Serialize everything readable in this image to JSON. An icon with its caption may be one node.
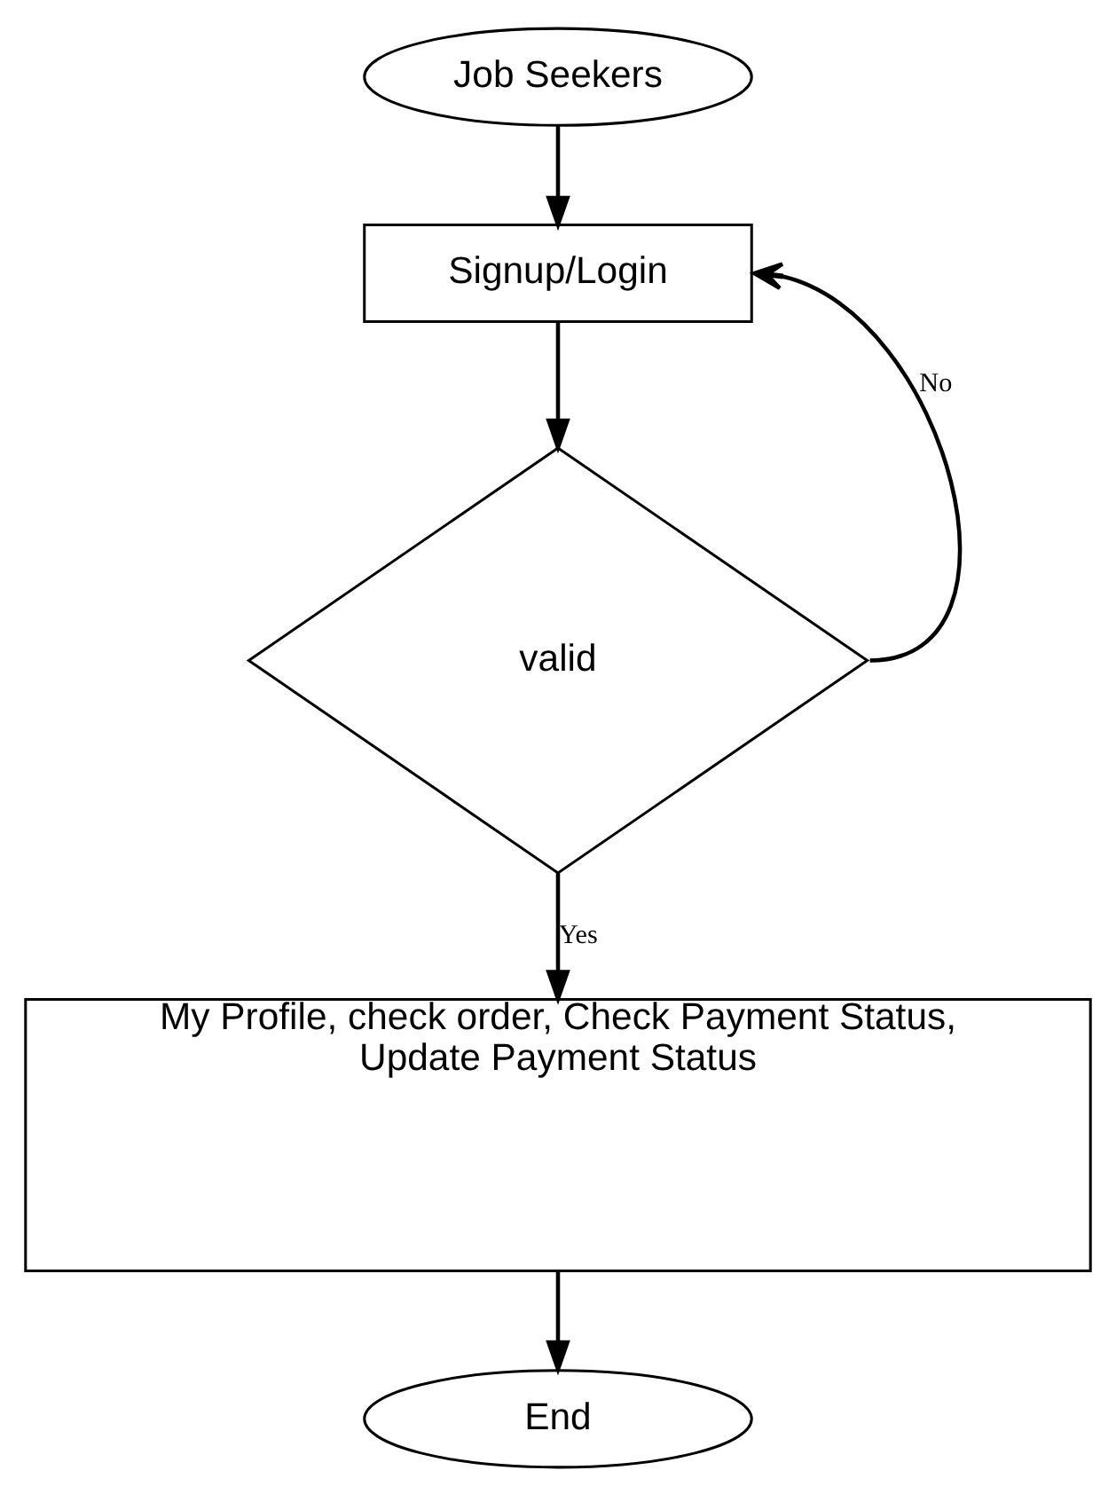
{
  "diagram": {
    "nodes": [
      {
        "text": [
          "Job Seekers"
        ]
      },
      {
        "text": [
          "Signup/Login"
        ]
      },
      {
        "text": [
          "valid"
        ]
      },
      {
        "text": [
          "My Profile, check order, Check Payment Status, Update Payment Status"
        ]
      },
      {
        "text": [
          "End"
        ]
      }
    ],
    "edges": [
      {
        "from": 0,
        "to": 1,
        "arrow": "to"
      },
      {
        "from": 1,
        "to": 2,
        "arrow": "to"
      },
      {
        "from": 2,
        "to": 1,
        "arrow": "to",
        "label": "No"
      },
      {
        "from": 2,
        "to": 3,
        "arrow": "to",
        "label": "Yes"
      },
      {
        "from": 3,
        "to": 4,
        "arrow": "to"
      }
    ]
  }
}
